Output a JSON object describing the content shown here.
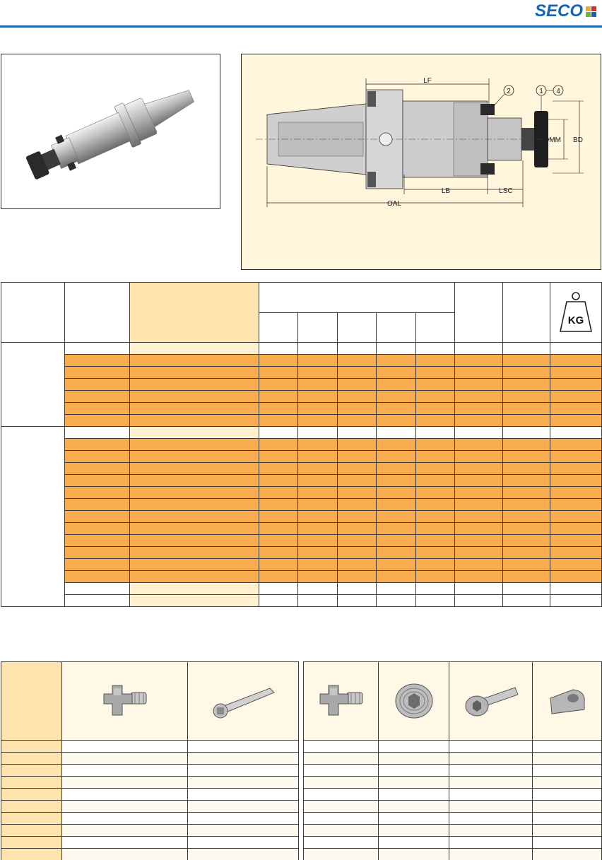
{
  "header": {
    "brand": "SECO",
    "brand_colors": [
      "#f4a81d",
      "#d9282f",
      "#6bb545",
      "#1565b0"
    ],
    "rule_color": "#1c66b4"
  },
  "drawing": {
    "callout_a": "2",
    "callout_b": "1",
    "callout_c": "4",
    "dim_lf": "LF",
    "dim_lb": "LB",
    "dim_lsc": "LSC",
    "dim_oal": "OAL",
    "dim_dmm": "DMM",
    "dim_bd": "BD"
  },
  "spec_table": {
    "weight_icon_text": "KG",
    "group_a_rows": [
      "plain",
      "hl",
      "hl",
      "hl",
      "hl",
      "hl",
      "hl"
    ],
    "group_b_rows": [
      "plain",
      "hl",
      "hl",
      "hl",
      "hl",
      "hl",
      "hl",
      "hl",
      "hl",
      "hl",
      "hl",
      "hl",
      "hl",
      "pale",
      "pale"
    ],
    "highlight_color": "#f8ad4f",
    "order_column_color": "#ffe4ad"
  },
  "accessories": {
    "left_icons": [
      "cross-screw-icon",
      "key-wrench-icon"
    ],
    "right_icons": [
      "cross-screw-icon",
      "threaded-sleeve-icon",
      "socket-head-screw-icon",
      "clamp-block-icon"
    ],
    "row_count": 10
  }
}
